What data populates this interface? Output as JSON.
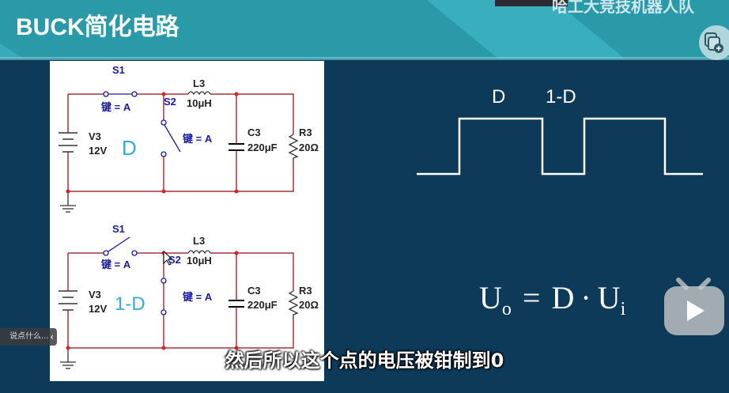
{
  "slide": {
    "title": "BUCK简化电路",
    "watermark": "哈工大竞技机器人队",
    "colors": {
      "banner": "#2a9aa8",
      "background": "#0c3a58",
      "wire": "#a3333d",
      "node": "#e02020",
      "label_blue": "#1a1a9a",
      "mode_label": "#3aa8e0"
    }
  },
  "circuit_top": {
    "s1": "S1",
    "s1_key": "键 = A",
    "s2": "S2",
    "s2_key": "键 = A",
    "l3": "L3",
    "l3_value": "10μH",
    "v3": "V3",
    "v3_value": "12V",
    "c3": "C3",
    "c3_value": "220μF",
    "r3": "R3",
    "r3_value": "20Ω",
    "mode": "D"
  },
  "circuit_bottom": {
    "s1": "S1",
    "s1_key": "键 = A",
    "s2": "S2",
    "s2_key": "键 = A",
    "l3": "L3",
    "l3_value": "10μH",
    "v3": "V3",
    "v3_value": "12V",
    "c3": "C3",
    "c3_value": "220μF",
    "r3": "R3",
    "r3_value": "20Ω",
    "mode": "1-D"
  },
  "waveform": {
    "label_on": "D",
    "label_off": "1-D"
  },
  "formula": {
    "lhs": "U",
    "lhs_sub": "o",
    "eq": "=",
    "d": "D",
    "dot": "·",
    "rhs": "U",
    "rhs_sub": "i"
  },
  "player": {
    "subtitle": "然后所以这个点的电压被钳制到0",
    "comment_placeholder": "说点什么...",
    "collapse_icon": "chevron-left-icon",
    "add_icon": "add-to-list-icon",
    "logo_icon": "bilibili-tv-icon"
  }
}
